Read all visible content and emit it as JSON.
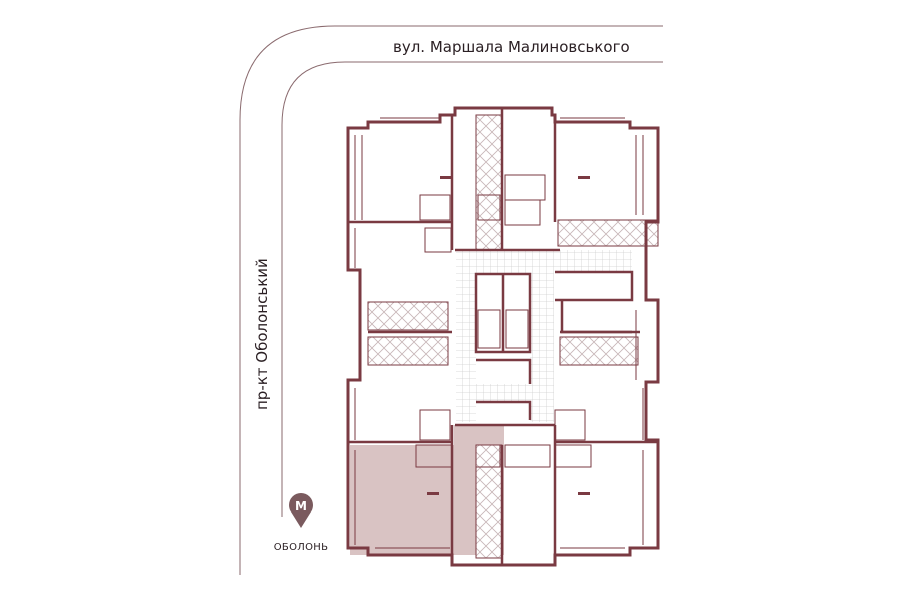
{
  "streets": {
    "top": "вул. Маршала Малиновського",
    "left": "пр-кт Оболонський"
  },
  "metro": {
    "letter": "М",
    "station": "ОБОЛОНЬ"
  },
  "colors": {
    "wall": "#7a3a42",
    "street_line": "#8a6a6e",
    "highlight": "#d9c3c3",
    "corridor_grid": "#c9c9c9",
    "hatch": "#b9a6a8",
    "metro_pin": "#7a5a5e"
  }
}
